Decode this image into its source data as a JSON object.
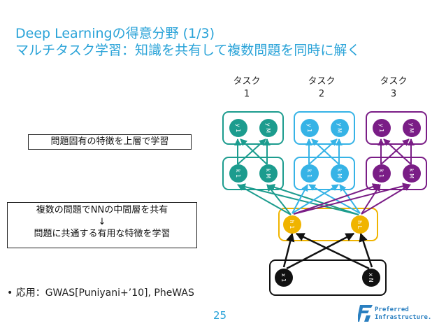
{
  "slide": {
    "title_line1": "Deep Learningの得意分野 (1/3)",
    "title_line2": "マルチタスク学習：知識を共有して複数問題を同時に解く",
    "box_top": "問題固有の特徴を上層で学習",
    "box_bottom_line1": "複数の問題でNNの中間層を共有",
    "box_bottom_line2": "↓",
    "box_bottom_line3": "問題に共通する有用な特徴を学習",
    "bullet": "•  応用：GWAS[Puniyani+’10], PheWAS",
    "page_number": "25",
    "logo_line1": "Preferred",
    "logo_line2": "Infrastructure."
  },
  "tasks": [
    {
      "label": "タスク",
      "number": "1",
      "color": "#1c9c8e"
    },
    {
      "label": "タスク",
      "number": "2",
      "color": "#36b3e6"
    },
    {
      "label": "タスク",
      "number": "3",
      "color": "#7a1d86"
    }
  ],
  "node_labels": {
    "y1": "y 1",
    "y2": "y M",
    "k1": "k 1",
    "k2": "k M",
    "h1": "h 1",
    "h2": "h L",
    "x1": "x 1",
    "x2": "x N"
  },
  "colors": {
    "title": "#2aa3d8",
    "shared": "#f0b400",
    "input": "#111111"
  }
}
